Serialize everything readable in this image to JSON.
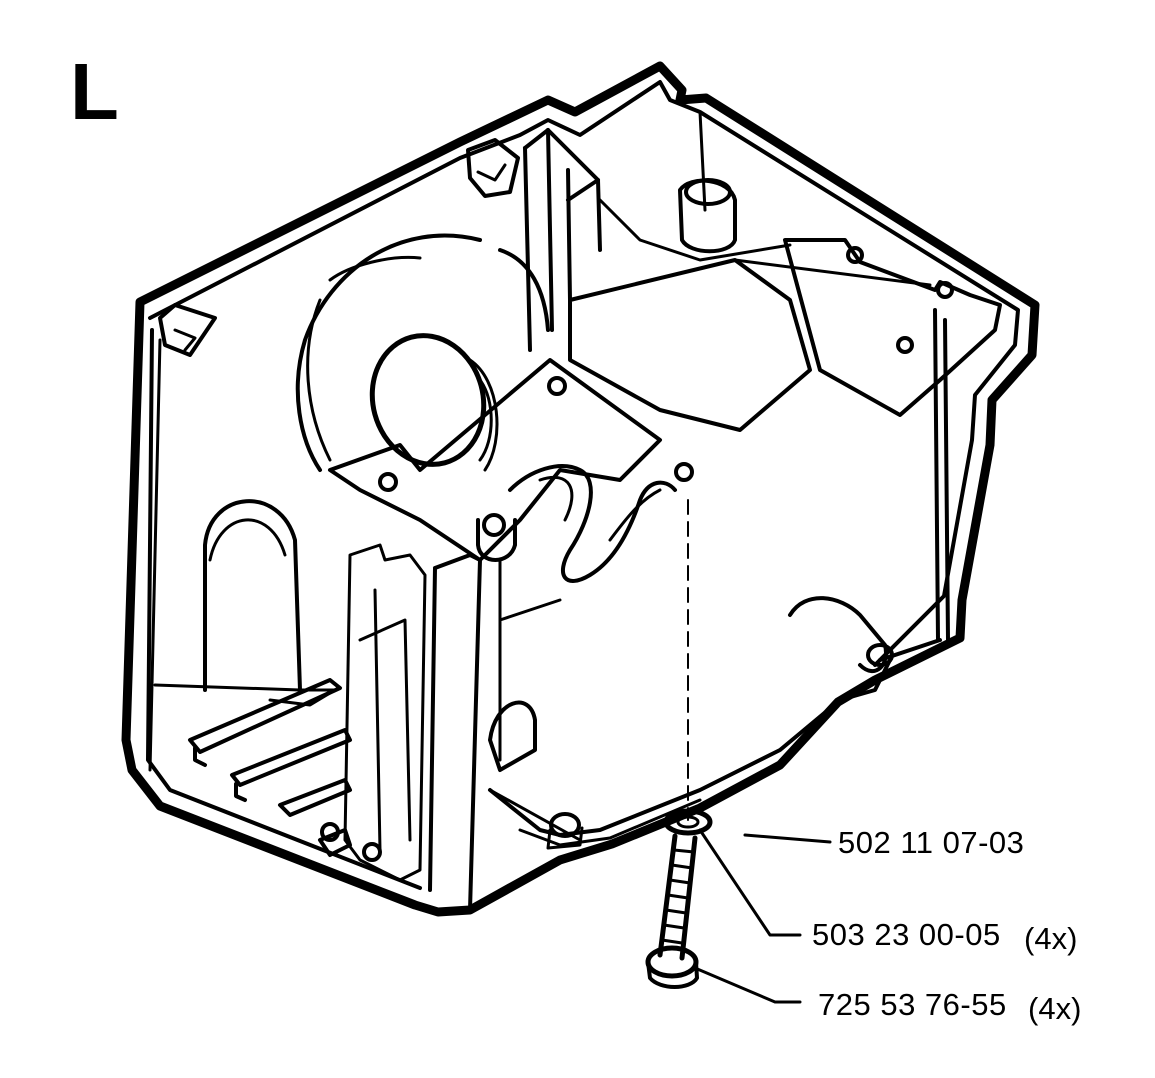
{
  "section": {
    "letter": "L"
  },
  "callouts": [
    {
      "part_number": "502 11 07-03",
      "quantity": ""
    },
    {
      "part_number": "503 23 00-05",
      "quantity": "(4x)"
    },
    {
      "part_number": "725 53 76-55",
      "quantity": "(4x)"
    }
  ],
  "colors": {
    "line": "#000000",
    "background": "#ffffff"
  }
}
